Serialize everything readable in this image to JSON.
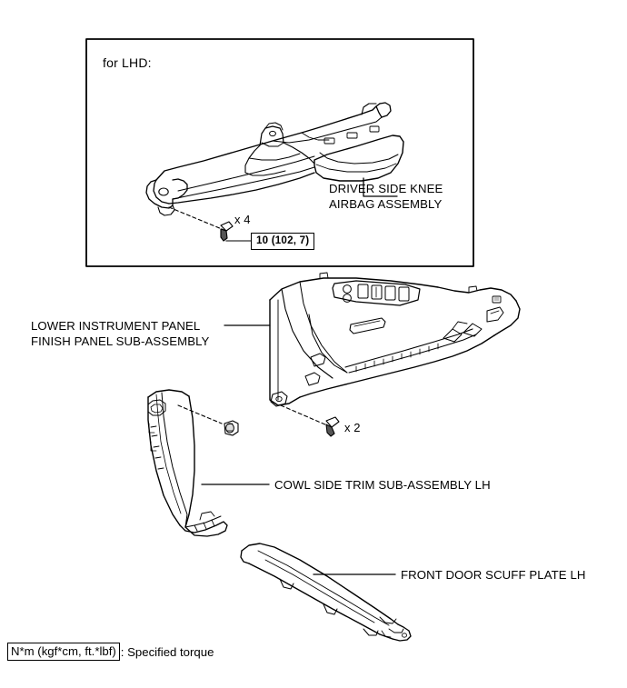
{
  "document": {
    "type": "service-manual-exploded-diagram",
    "title": "Lower Instrument Panel / Knee Airbag Component Diagram"
  },
  "inset_panel": {
    "caption": "for LHD:",
    "border_color": "#000000",
    "parts": [
      {
        "id": "driver-side-knee-airbag",
        "label_line_1": "DRIVER SIDE KNEE",
        "label_line_2": "AIRBAG ASSEMBLY",
        "label_full": "DRIVER SIDE KNEE AIRBAG ASSEMBLY"
      }
    ],
    "fasteners": [
      {
        "id": "knee-airbag-bolt",
        "quantity_label": "x 4",
        "torque_label": "10 (102, 7)",
        "torque_nm": 10,
        "torque_kgfcm": 102,
        "torque_ftlbf": 7
      }
    ]
  },
  "main_parts": [
    {
      "id": "lower-instrument-panel-finish-panel",
      "label_line_1": "LOWER INSTRUMENT PANEL",
      "label_line_2": "FINISH PANEL SUB-ASSEMBLY",
      "label_full": "LOWER INSTRUMENT PANEL FINISH PANEL SUB-ASSEMBLY"
    },
    {
      "id": "cowl-side-trim-sub-assembly-lh",
      "label_line_1": "COWL SIDE TRIM SUB-ASSEMBLY LH",
      "label_full": "COWL SIDE TRIM SUB-ASSEMBLY LH"
    },
    {
      "id": "front-door-scuff-plate-lh",
      "label_line_1": "FRONT DOOR SCUFF PLATE LH",
      "label_full": "FRONT DOOR SCUFF PLATE LH"
    }
  ],
  "main_fasteners": [
    {
      "id": "instrument-panel-bolt",
      "quantity_label": "x 2"
    },
    {
      "id": "cowl-trim-clip",
      "quantity_label": ""
    }
  ],
  "footer": {
    "unit_label": "N*m (kgf*cm, ft.*lbf)",
    "description": ": Specified torque"
  }
}
